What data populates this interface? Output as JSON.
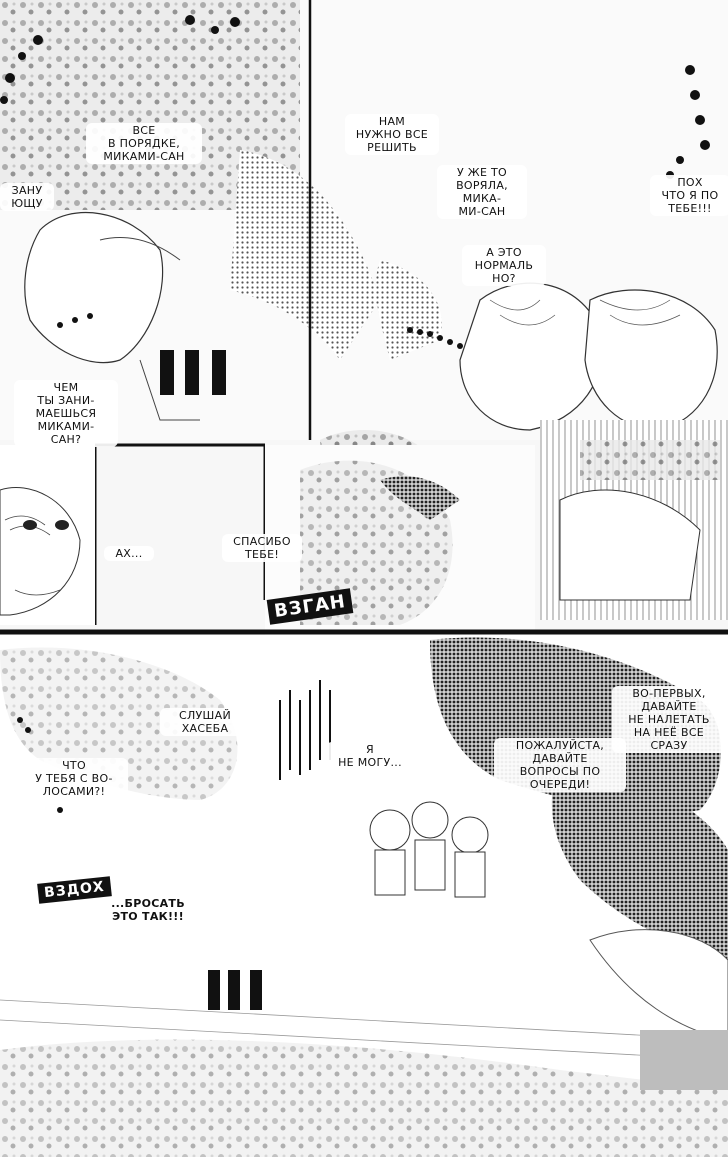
{
  "page": {
    "panels": [
      {
        "id": "panel-1",
        "bubbles": [
          {
            "id": "b1",
            "text": "ВСЕ\nВ ПОРЯДКЕ,\nМИКАМИ-САН"
          },
          {
            "id": "b2",
            "text": "НАМ\nНУЖНО ВСЕ\nРЕШИТЬ"
          },
          {
            "id": "b3",
            "text": "У ЖЕ ТО\nВОРЯЛА,\nМИКА-\nМИ-САН"
          },
          {
            "id": "b4",
            "text": "А ЭТО\nНОРМАЛЬ\nНО?"
          },
          {
            "id": "b5",
            "text": "ПОХ\nЧТО Я ПО\nТЕБЕ!!!"
          },
          {
            "id": "b6",
            "text": "ЗАНУ\nЮЩУ"
          },
          {
            "id": "b7",
            "text": "ЧЕМ\nТЫ ЗАНИ-\nМАЕШЬСЯ\nМИКАМИ-\nСАН?"
          }
        ]
      },
      {
        "id": "panel-2",
        "bubbles": [
          {
            "id": "b8",
            "text": "АХ..."
          },
          {
            "id": "b9",
            "text": "СПАСИБО\nТЕБЕ!"
          }
        ],
        "sfx": "ВЗГАН"
      },
      {
        "id": "panel-3",
        "bubbles": [
          {
            "id": "b10",
            "text": "СЛУШАЙ\nХАСЕБА"
          },
          {
            "id": "b11",
            "text": "ЧТО\nУ ТЕБЯ С ВО-\nЛОСАМИ?!"
          },
          {
            "id": "b12",
            "text": "Я\nНЕ МОГУ..."
          },
          {
            "id": "b13",
            "text": "ПОЖАЛУЙСТА,\nДАВАЙТЕ\nВОПРОСЫ ПО\nОЧЕРЕДИ!"
          },
          {
            "id": "b14",
            "text": "ВО-ПЕРВЫХ,\nДАВАЙТЕ\nНЕ НАЛЕТАТЬ\nНА НЕЁ ВСЕ\nСРАЗУ"
          },
          {
            "id": "b15",
            "text": "...БРОСАТЬ\nЭТО ТАК!!!"
          }
        ],
        "sfx": "ВЗДОХ"
      }
    ]
  }
}
